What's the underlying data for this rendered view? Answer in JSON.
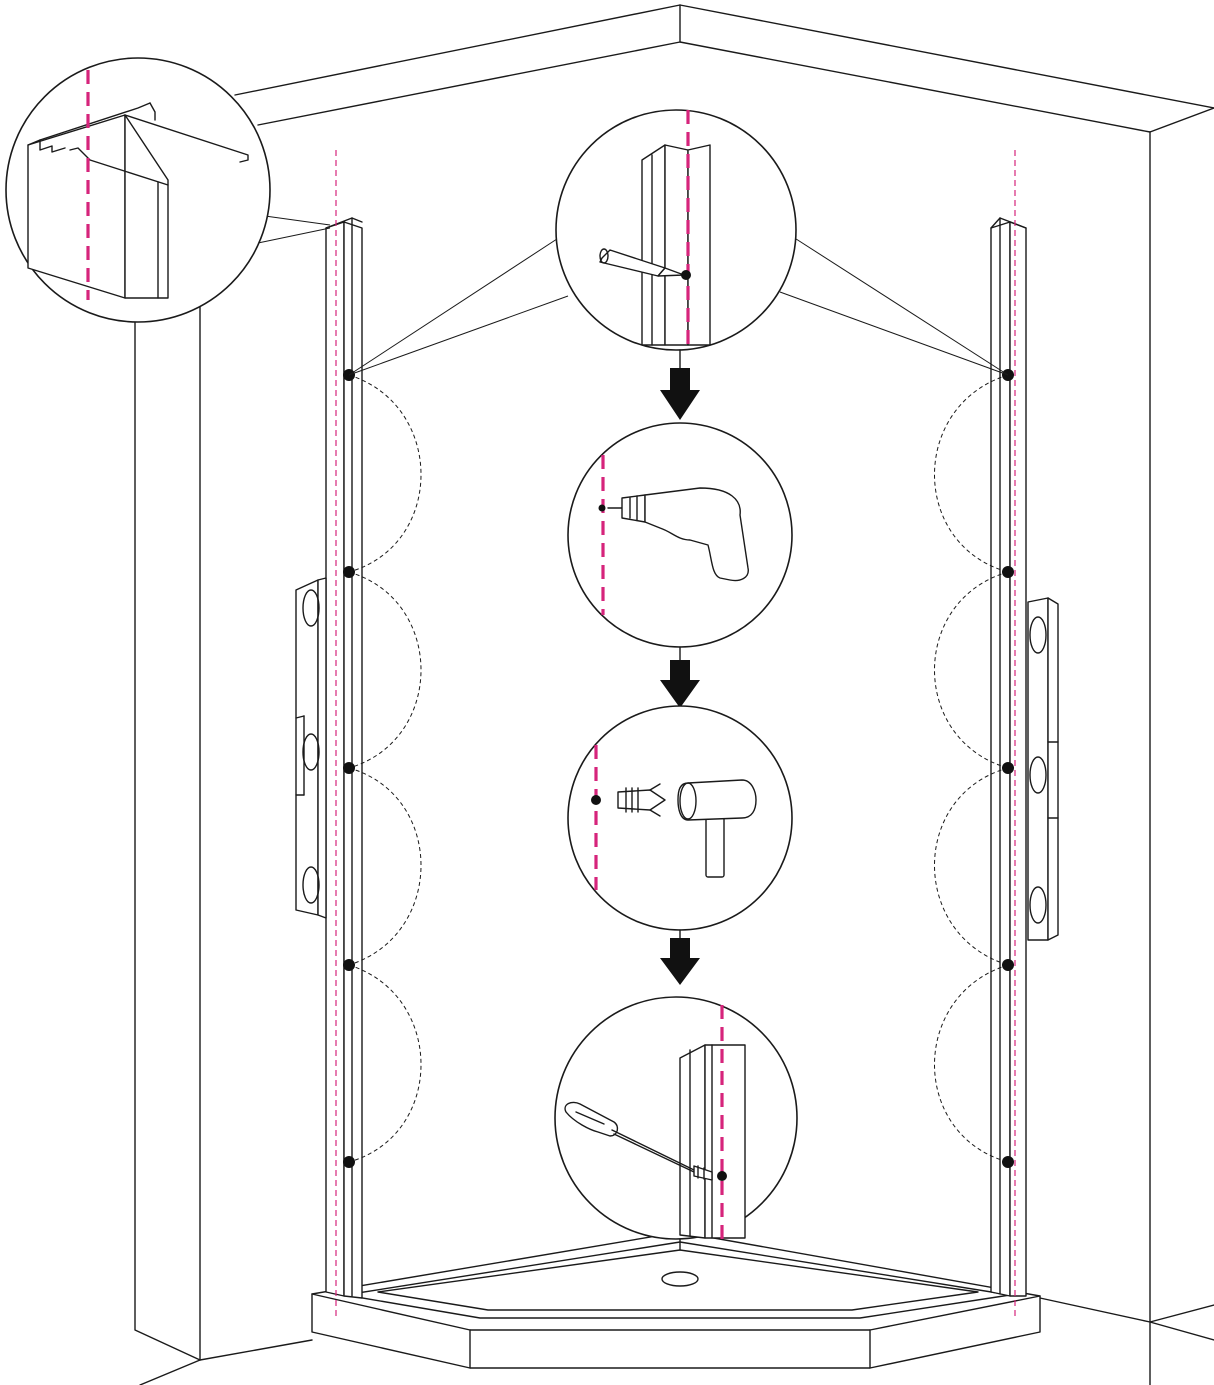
{
  "figure": {
    "kind": "installation-illustration",
    "steps": [
      {
        "name": "mark-holes",
        "tool": "pencil-icon"
      },
      {
        "name": "drill-holes",
        "tool": "drill-icon"
      },
      {
        "name": "insert-wall-plugs",
        "tool": "mallet-icon"
      },
      {
        "name": "screw-profile",
        "tool": "screwdriver-icon"
      }
    ],
    "colors": {
      "line": "#1a1a1a",
      "guide_line": "#d6247b",
      "background": "#ffffff"
    },
    "holes_per_profile": 5
  }
}
